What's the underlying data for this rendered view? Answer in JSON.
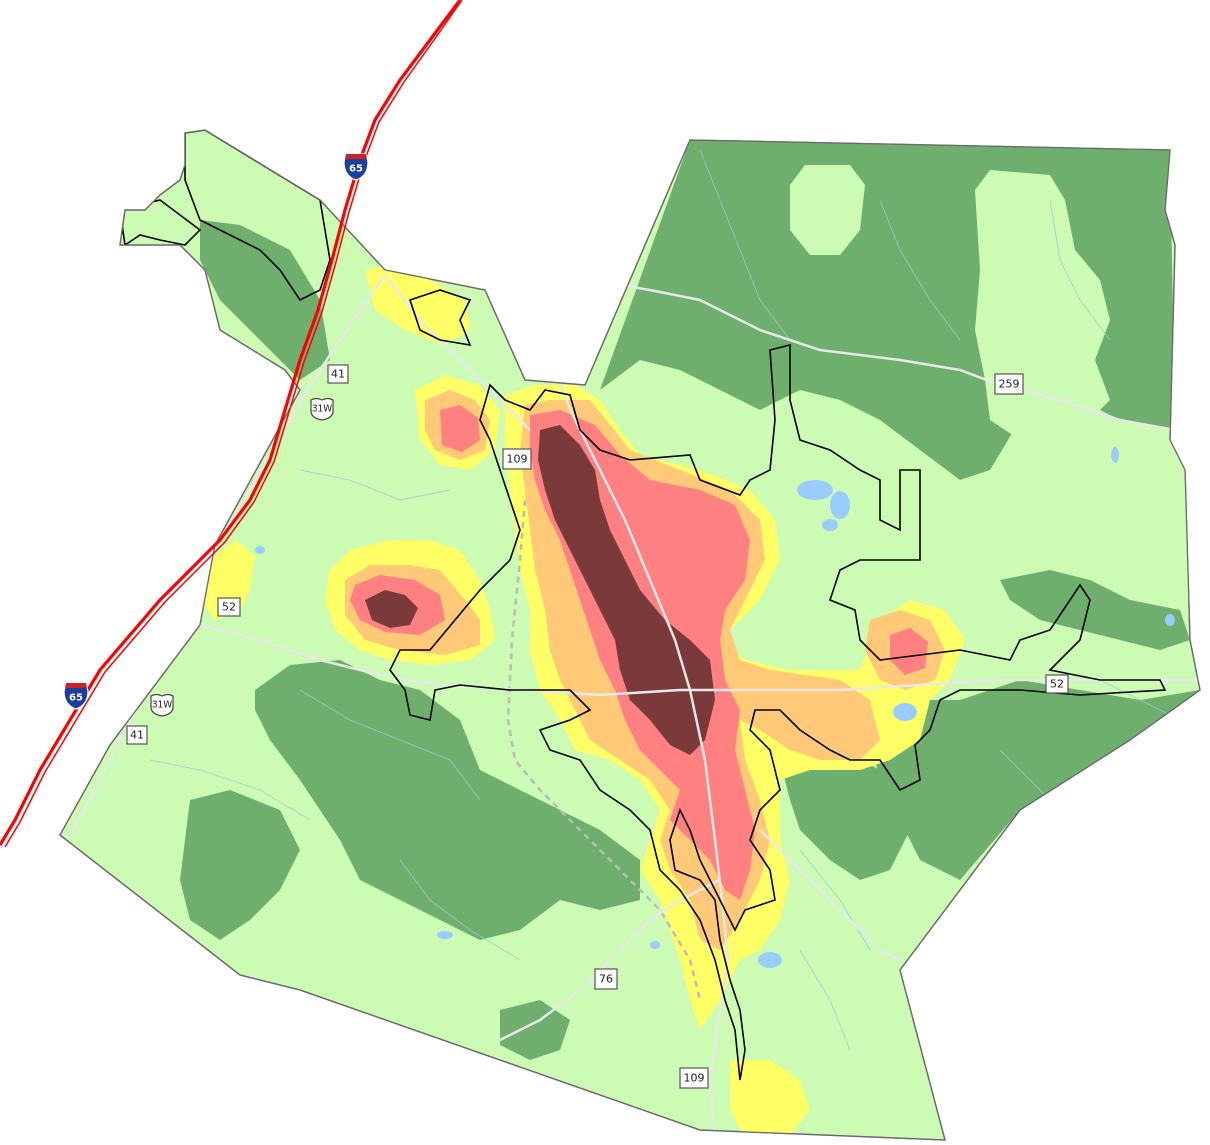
{
  "colors": {
    "background": "#ffffff",
    "low": "#ccfbb3",
    "forest": "#6eaf6e",
    "moderate": "#ffff66",
    "elevated": "#ffc978",
    "high": "#ff8080",
    "very_high": "#7b3a3a",
    "interstate": "#ff0000",
    "road": "#e8e8e8",
    "boundary": "#000000",
    "water": "#99ccff",
    "rail": "#bbbbbb"
  },
  "shields": {
    "interstate_top": "65",
    "interstate_bottom": "65",
    "us31w_north": "31W",
    "us31w_south": "31W",
    "state41_north": "41",
    "state41_south": "41",
    "state52_west": "52",
    "state52_east": "52",
    "state109_north": "109",
    "state109_south": "109",
    "state259": "259",
    "state76": "76"
  }
}
